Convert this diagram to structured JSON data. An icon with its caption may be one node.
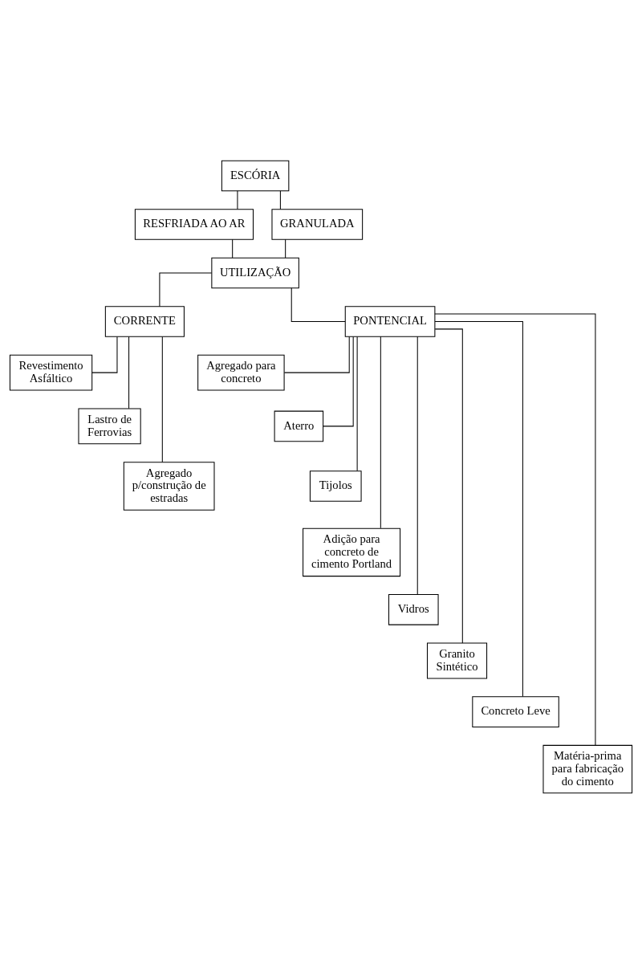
{
  "diagram": {
    "nodes": [
      {
        "text": [
          "ESCÓRIA"
        ]
      },
      {
        "text": [
          "RESFRIADA AO AR"
        ]
      },
      {
        "text": [
          "GRANULADA"
        ]
      },
      {
        "text": [
          "UTILIZAÇÃO"
        ]
      },
      {
        "text": [
          "CORRENTE"
        ]
      },
      {
        "text": [
          "PONTENCIAL"
        ]
      },
      {
        "text": [
          "Revestimento Asfáltico"
        ]
      },
      {
        "text": [
          "Lastro de Ferrovias"
        ]
      },
      {
        "text": [
          "Agregado p/construção de estradas"
        ]
      },
      {
        "text": [
          "Agregado para concreto"
        ]
      },
      {
        "text": [
          "Aterro"
        ]
      },
      {
        "text": [
          "Tijolos"
        ]
      },
      {
        "text": [
          "Adição para concreto de cimento Portland"
        ]
      },
      {
        "text": [
          "Vidros"
        ]
      },
      {
        "text": [
          "Granito Sintético"
        ]
      },
      {
        "text": [
          "Concreto Leve"
        ]
      },
      {
        "text": [
          "Matéria-prima para fabricação do cimento"
        ]
      }
    ],
    "edges": [
      {
        "from": 0,
        "to": 1,
        "arrow": "none"
      },
      {
        "from": 0,
        "to": 2,
        "arrow": "none"
      },
      {
        "from": 1,
        "to": 3,
        "arrow": "none"
      },
      {
        "from": 2,
        "to": 3,
        "arrow": "none"
      },
      {
        "from": 3,
        "to": 4,
        "arrow": "none"
      },
      {
        "from": 3,
        "to": 5,
        "arrow": "none"
      },
      {
        "from": 4,
        "to": 6,
        "arrow": "none"
      },
      {
        "from": 4,
        "to": 7,
        "arrow": "none"
      },
      {
        "from": 4,
        "to": 8,
        "arrow": "none"
      },
      {
        "from": 5,
        "to": 9,
        "arrow": "none"
      },
      {
        "from": 5,
        "to": 10,
        "arrow": "none"
      },
      {
        "from": 5,
        "to": 11,
        "arrow": "none"
      },
      {
        "from": 5,
        "to": 12,
        "arrow": "none"
      },
      {
        "from": 5,
        "to": 13,
        "arrow": "none"
      },
      {
        "from": 5,
        "to": 14,
        "arrow": "none"
      },
      {
        "from": 5,
        "to": 15,
        "arrow": "none"
      },
      {
        "from": 5,
        "to": 16,
        "arrow": "none"
      }
    ]
  }
}
